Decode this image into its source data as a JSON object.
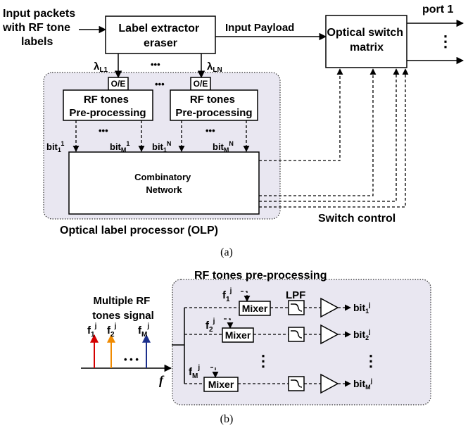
{
  "diagram_a": {
    "input_packets": [
      "Input packets",
      "with RF tone",
      "labels"
    ],
    "label_extractor": [
      "Label extractor",
      "eraser"
    ],
    "input_payload": "Input Payload",
    "switch_matrix": [
      "Optical switch",
      "matrix"
    ],
    "port_label": "port 1",
    "port_dots": "⋮",
    "lambda_1": "λ",
    "lambda_1_sub": "L1",
    "lambda_n": "λ",
    "lambda_n_sub": "LN",
    "ellipsis": "•••",
    "oe": "O/E",
    "preproc": [
      "RF tones",
      "Pre-processing"
    ],
    "bits": [
      {
        "b": "bit",
        "sub": "1",
        "sup": "1"
      },
      {
        "b": "bit",
        "sub": "M",
        "sup": "1"
      },
      {
        "b": "bit",
        "sub": "1",
        "sup": "N"
      },
      {
        "b": "bit",
        "sub": "M",
        "sup": "N"
      }
    ],
    "combinatory": [
      "Combinatory",
      "Network"
    ],
    "switch_control": "Switch control",
    "olp": "Optical  label processor (OLP)",
    "caption": "(a)"
  },
  "diagram_b": {
    "title": "RF tones pre-processing",
    "multiple_rf": [
      "Multiple RF",
      "tones signal"
    ],
    "f": "f",
    "f_labels": [
      {
        "sub": "1",
        "sup": "j"
      },
      {
        "sub": "2",
        "sup": "j"
      },
      {
        "sub": "M",
        "sup": "j"
      }
    ],
    "spec_dots": "• • •",
    "axis_f": "f",
    "mixer": "Mixer",
    "lpf": "LPF",
    "vdots": "⋮",
    "out_bits": [
      {
        "b": "bit",
        "sub": "1",
        "sup": "j"
      },
      {
        "b": "bit",
        "sub": "2",
        "sup": "j"
      },
      {
        "b": "bit",
        "sub": "M",
        "sup": "j"
      }
    ],
    "tone_colors": [
      "#d40000",
      "#f08a00",
      "#1b2f8c"
    ],
    "caption": "(b)"
  }
}
